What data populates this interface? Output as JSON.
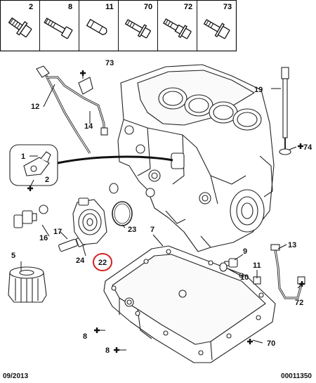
{
  "parts_bar": {
    "items": [
      {
        "label": "2",
        "icon": "hex-flange-bolt-icon"
      },
      {
        "label": "8",
        "icon": "long-bolt-icon"
      },
      {
        "label": "11",
        "icon": "plug-pin-icon"
      },
      {
        "label": "70",
        "icon": "short-bolt-icon"
      },
      {
        "label": "72",
        "icon": "banjo-bolt-icon"
      },
      {
        "label": "73",
        "icon": "flange-bolt-icon"
      }
    ]
  },
  "callouts": {
    "c1": "1",
    "c2": "2",
    "c5": "5",
    "c7": "7",
    "c8a": "8",
    "c8b": "8",
    "c9": "9",
    "c10": "10",
    "c11": "11",
    "c12": "12",
    "c13": "13",
    "c14": "14",
    "c16": "16",
    "c17": "17",
    "c19": "19",
    "c22": "22",
    "c23": "23",
    "c24": "24",
    "c70": "70",
    "c72": "72",
    "c73": "73",
    "c74": "74"
  },
  "highlight_color": "#d42020",
  "footer": {
    "date": "09/2013",
    "ref": "00011350"
  }
}
